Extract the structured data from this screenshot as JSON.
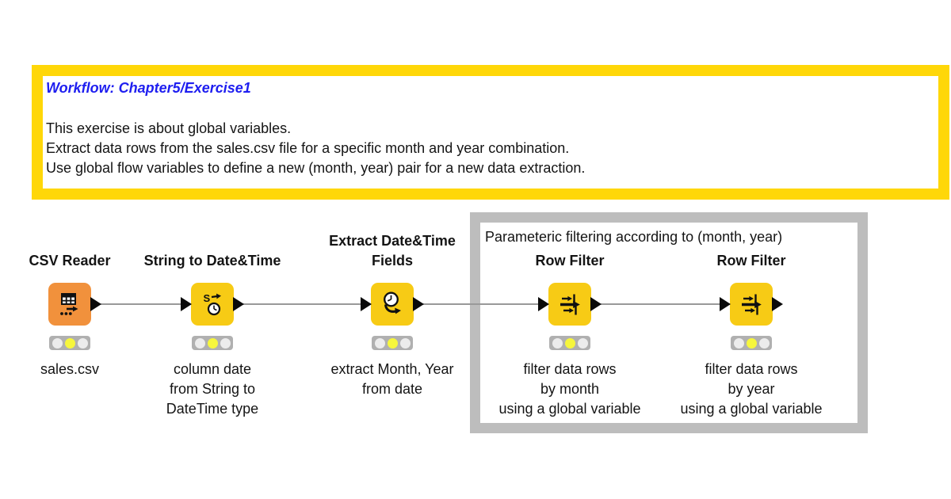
{
  "palette": {
    "annotation_border": "#FFD708",
    "annotation_title_color": "#1E1EF0",
    "group_border": "#BDBDBD",
    "port_color": "#0A0A0A",
    "connection_color": "#999999",
    "traffic_bg": "#B0B0B0",
    "traffic_on": "#F6F63C",
    "traffic_off": "#ECECEC",
    "node_orange": "#F1913C",
    "node_yellow": "#F7CB15"
  },
  "workflow_annotation": {
    "title": "Workflow: Chapter5/Exercise1",
    "lines": [
      "This exercise is about global variables.",
      "Extract data rows from the sales.csv file for a specific month and year combination.",
      "Use global flow variables to define a new (month, year) pair for a new data extraction."
    ]
  },
  "group_annotation": {
    "title": "Parameteric filtering according to (month, year)"
  },
  "nodes": [
    {
      "name_lines": [
        "CSV Reader"
      ],
      "icon": "csv-reader-icon",
      "color": "#F1913C",
      "desc_lines": [
        "sales.csv"
      ],
      "traffic": [
        "off",
        "on",
        "off"
      ]
    },
    {
      "name_lines": [
        "String to Date&Time"
      ],
      "icon": "string-to-datetime-icon",
      "color": "#F7CB15",
      "desc_lines": [
        "column date",
        "from String to",
        "DateTime type"
      ],
      "traffic": [
        "off",
        "on",
        "off"
      ]
    },
    {
      "name_lines": [
        "Extract Date&Time",
        "Fields"
      ],
      "icon": "extract-datetime-fields-icon",
      "color": "#F7CB15",
      "desc_lines": [
        "extract Month, Year",
        "from date"
      ],
      "traffic": [
        "off",
        "on",
        "off"
      ]
    },
    {
      "name_lines": [
        "Row Filter"
      ],
      "icon": "row-filter-icon",
      "color": "#F7CB15",
      "desc_lines": [
        "filter data rows",
        "by month",
        "using a global variable"
      ],
      "traffic": [
        "off",
        "on",
        "off"
      ]
    },
    {
      "name_lines": [
        "Row Filter"
      ],
      "icon": "row-filter-icon",
      "color": "#F7CB15",
      "desc_lines": [
        "filter data rows",
        "by year",
        "using a global variable"
      ],
      "traffic": [
        "off",
        "on",
        "off"
      ]
    }
  ],
  "connections": [
    [
      0,
      1
    ],
    [
      1,
      2
    ],
    [
      2,
      3
    ],
    [
      3,
      4
    ]
  ]
}
